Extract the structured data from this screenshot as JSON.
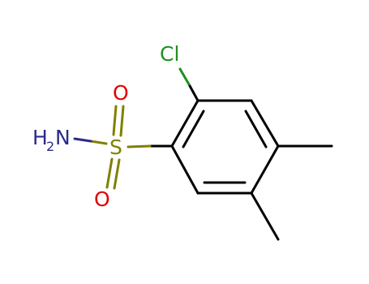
{
  "molecule": {
    "atoms": {
      "chlorine": "Cl",
      "sulfur": "S",
      "oxygen_top": "O",
      "oxygen_bottom": "O",
      "amine_h": "H",
      "amine_h_count": "2",
      "amine_n": "N"
    },
    "colors": {
      "bond": "#000000",
      "chlorine": "#1f8f1f",
      "sulfur": "#808000",
      "oxygen": "#e00000",
      "nitrogen": "#2b2b8c"
    }
  }
}
